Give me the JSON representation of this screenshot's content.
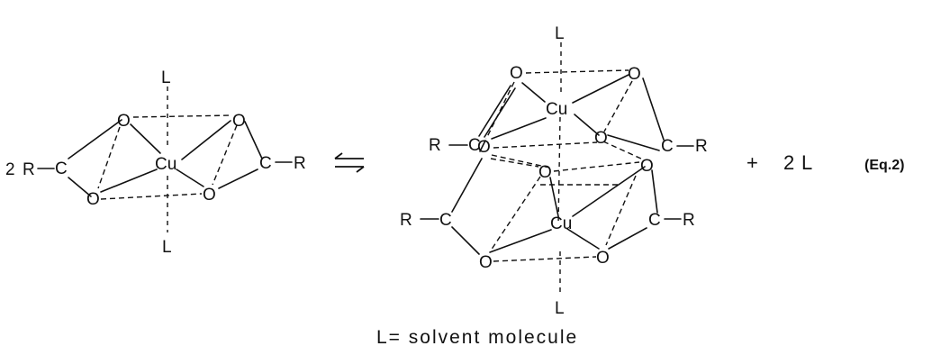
{
  "scheme": {
    "left": {
      "coefficient": "2",
      "r_left": "R",
      "r_right": "R",
      "carbon": "C",
      "oxygen": "O",
      "metal": "Cu",
      "ligand": "L"
    },
    "arrow": "⇌",
    "right": {
      "r": "R",
      "carbon": "C",
      "oxygen": "O",
      "metal": "Cu",
      "ligand": "L"
    },
    "product_plus": "+",
    "product_coefficient": "2",
    "product_ligand": "L",
    "equation_label": "(Eq.2)",
    "legend": "L= solvent molecule"
  }
}
